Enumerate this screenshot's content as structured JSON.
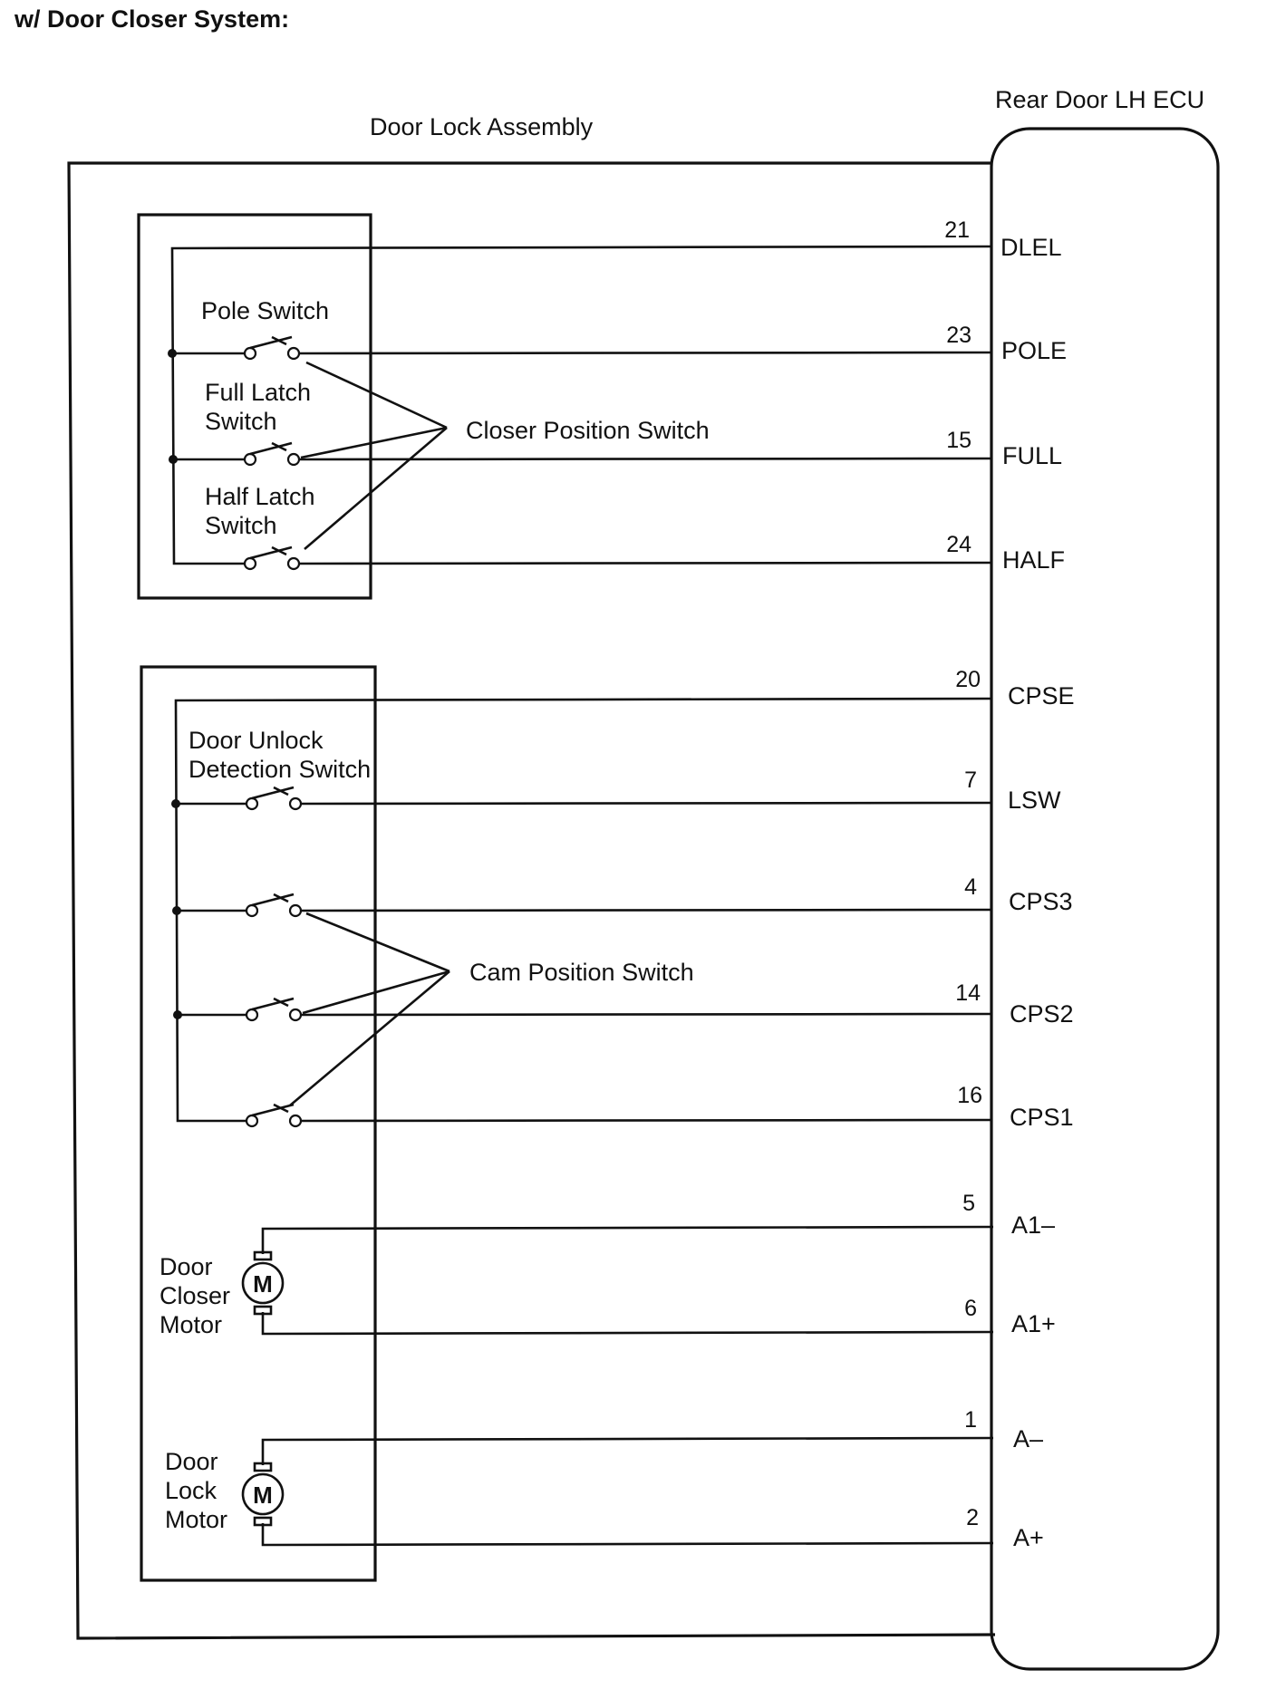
{
  "header": "w/ Door Closer System:",
  "ecu": {
    "title": "Rear Door LH ECU",
    "pins": [
      {
        "number": "21",
        "name": "DLEL"
      },
      {
        "number": "23",
        "name": "POLE"
      },
      {
        "number": "15",
        "name": "FULL"
      },
      {
        "number": "24",
        "name": "HALF"
      },
      {
        "number": "20",
        "name": "CPSE"
      },
      {
        "number": "7",
        "name": "LSW"
      },
      {
        "number": "4",
        "name": "CPS3"
      },
      {
        "number": "14",
        "name": "CPS2"
      },
      {
        "number": "16",
        "name": "CPS1"
      },
      {
        "number": "5",
        "name": "A1–"
      },
      {
        "number": "6",
        "name": "A1+"
      },
      {
        "number": "1",
        "name": "A–"
      },
      {
        "number": "2",
        "name": "A+"
      }
    ]
  },
  "assembly": {
    "title": "Door Lock Assembly",
    "pole_switch": "Pole Switch",
    "full_latch": [
      "Full Latch",
      "Switch"
    ],
    "half_latch": [
      "Half Latch",
      "Switch"
    ],
    "closer_position_switch": "Closer Position Switch",
    "door_unlock": [
      "Door Unlock",
      "Detection Switch"
    ],
    "cam_position_switch": "Cam Position Switch",
    "door_closer_motor": [
      "Door",
      "Closer",
      "Motor"
    ],
    "door_lock_motor": [
      "Door",
      "Lock",
      "Motor"
    ],
    "motor_symbol": "M"
  }
}
